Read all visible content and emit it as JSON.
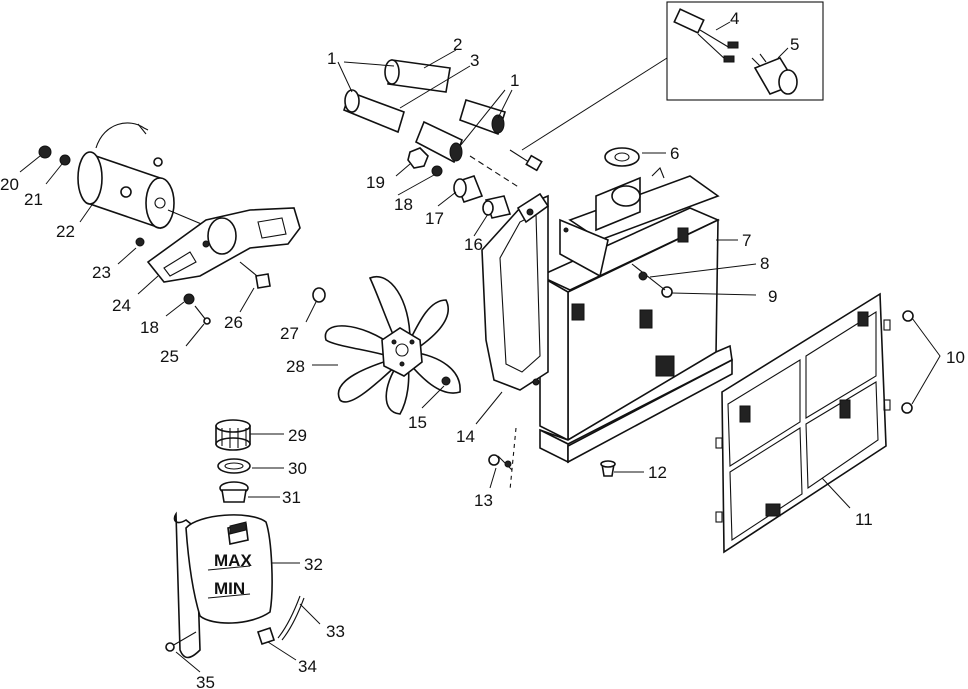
{
  "callouts": {
    "c1a": "1",
    "c1b": "1",
    "c2": "2",
    "c3": "3",
    "c4": "4",
    "c5": "5",
    "c6": "6",
    "c7": "7",
    "c8": "8",
    "c9": "9",
    "c10": "10",
    "c11": "11",
    "c12": "12",
    "c13": "13",
    "c14": "14",
    "c15": "15",
    "c16": "16",
    "c17": "17",
    "c18a": "18",
    "c18b": "18",
    "c19": "19",
    "c20": "20",
    "c21": "21",
    "c22": "22",
    "c23": "23",
    "c24": "24",
    "c25": "25",
    "c26": "26",
    "c27": "27",
    "c28": "28",
    "c29": "29",
    "c30": "30",
    "c31": "31",
    "c32": "32",
    "c33": "33",
    "c34": "34",
    "c35": "35"
  },
  "tank_marks": {
    "max": "MAX",
    "min": "MIN"
  }
}
